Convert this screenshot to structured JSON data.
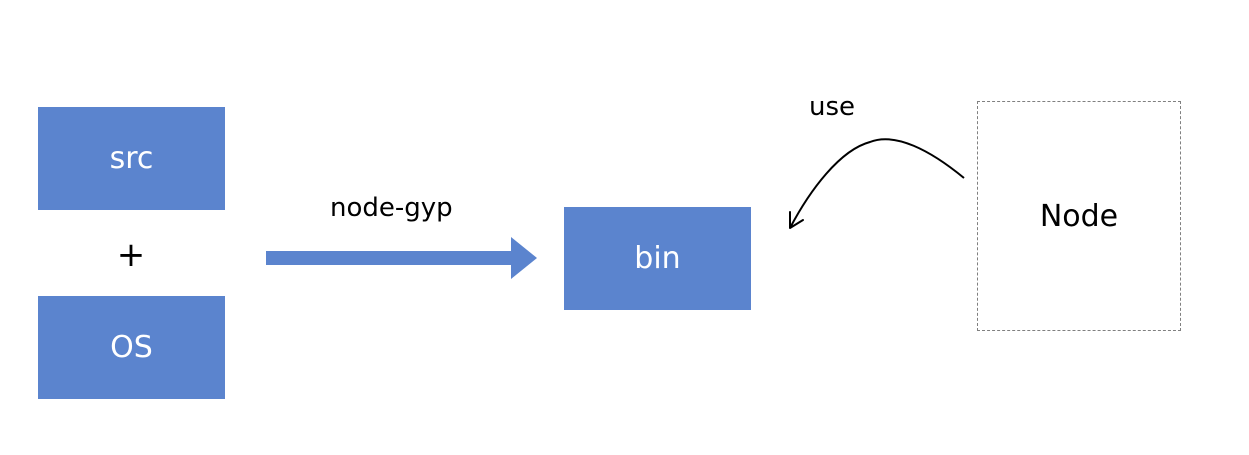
{
  "nodes": {
    "src": "src",
    "os": "OS",
    "bin": "bin",
    "node": "Node"
  },
  "operators": {
    "plus": "+"
  },
  "edges": {
    "build": "node-gyp",
    "use": "use"
  },
  "colors": {
    "box_fill": "#5B84CE",
    "arrow": "#5B84CE",
    "border": "#808080"
  }
}
